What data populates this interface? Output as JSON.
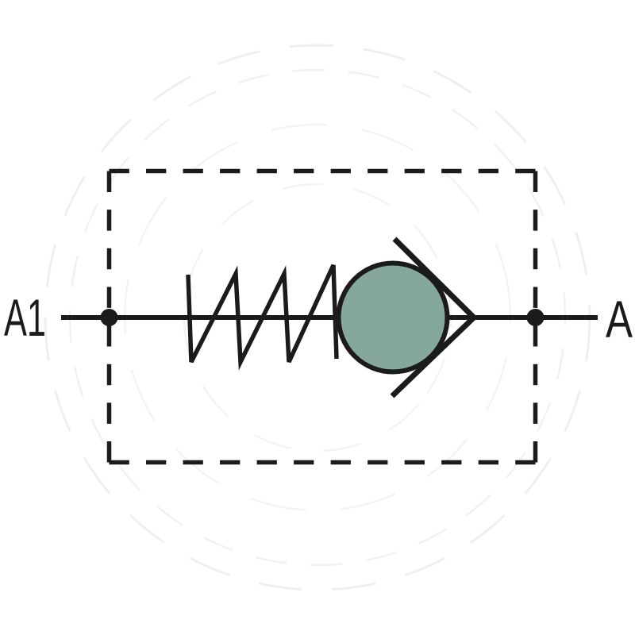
{
  "diagram": {
    "symbol": "check-valve",
    "description": "spring-loaded ball check valve inside dashed enclosure",
    "ports": {
      "left_label": "A1",
      "right_label": "A"
    }
  },
  "colors": {
    "ink": "#1b1b1b",
    "ball_fill": "#86a79e",
    "background": "#ffffff",
    "watermark": "#f0f0f0"
  }
}
